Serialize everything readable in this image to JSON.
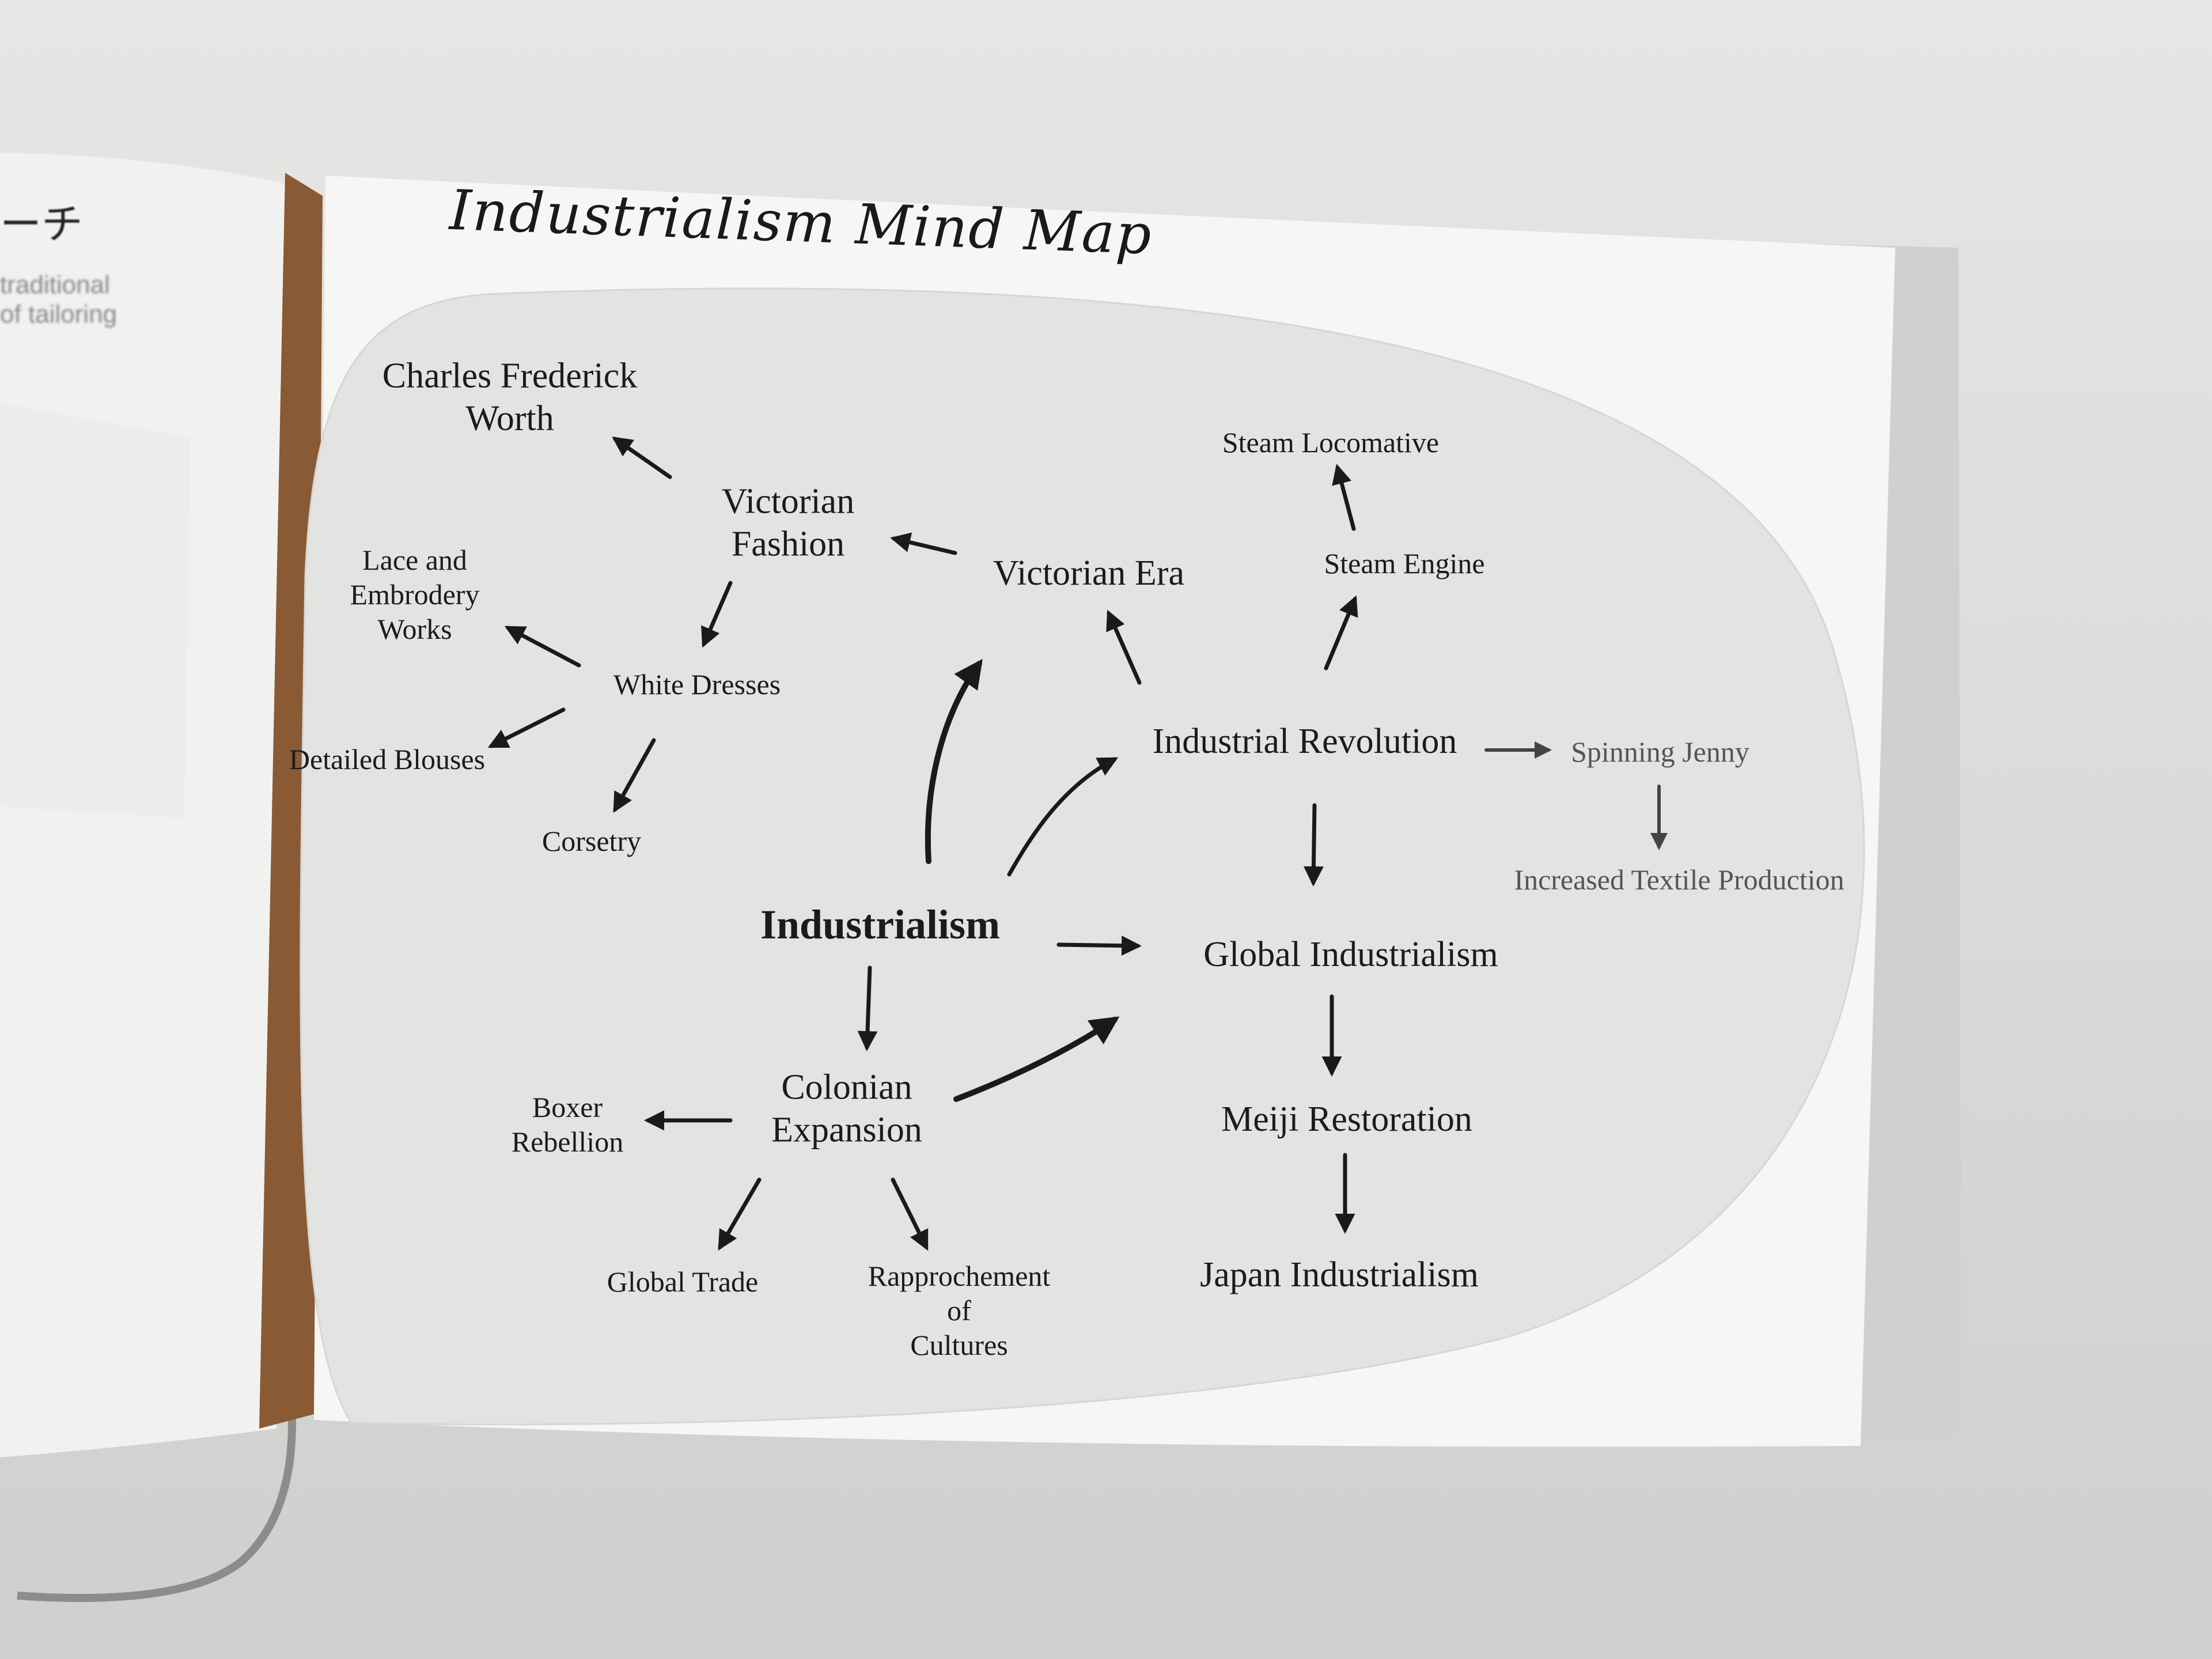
{
  "title": "Industrialism Mind Map",
  "left_page": {
    "heading": "ーチ",
    "caption": "traditional\nof tailoring"
  },
  "nodes": {
    "charles_frederick_worth": "Charles Frederick\nWorth",
    "victorian_fashion": "Victorian\nFashion",
    "victorian_era": "Victorian Era",
    "steam_locomotive": "Steam Locomative",
    "steam_engine": "Steam Engine",
    "lace_and_embrodery_works": "Lace and\nEmbrodery\nWorks",
    "white_dresses": "White Dresses",
    "detailed_blouses": "Detailed Blouses",
    "corsetry": "Corsetry",
    "industrial_revolution": "Industrial Revolution",
    "spinning_jenny": "Spinning Jenny",
    "increased_textile_production": "Increased Textile Production",
    "industrialism": "Industrialism",
    "global_industrialism": "Global Industrialism",
    "colonian_expansion": "Colonian\nExpansion",
    "boxer_rebellion": "Boxer\nRebellion",
    "meiji_restoration": "Meiji Restoration",
    "global_trade": "Global Trade",
    "rapprochement_of_cultures": "Rapprochement\nof\nCultures",
    "japan_industrialism": "Japan Industrialism"
  },
  "edges": [
    {
      "from": "industrialism",
      "to": "victorian_era"
    },
    {
      "from": "industrialism",
      "to": "industrial_revolution"
    },
    {
      "from": "industrialism",
      "to": "global_industrialism"
    },
    {
      "from": "industrialism",
      "to": "colonian_expansion"
    },
    {
      "from": "victorian_era",
      "to": "victorian_fashion"
    },
    {
      "from": "victorian_fashion",
      "to": "charles_frederick_worth"
    },
    {
      "from": "victorian_fashion",
      "to": "white_dresses"
    },
    {
      "from": "white_dresses",
      "to": "lace_and_embrodery_works"
    },
    {
      "from": "white_dresses",
      "to": "detailed_blouses"
    },
    {
      "from": "white_dresses",
      "to": "corsetry"
    },
    {
      "from": "industrial_revolution",
      "to": "victorian_era"
    },
    {
      "from": "industrial_revolution",
      "to": "steam_engine"
    },
    {
      "from": "steam_engine",
      "to": "steam_locomotive"
    },
    {
      "from": "industrial_revolution",
      "to": "spinning_jenny"
    },
    {
      "from": "spinning_jenny",
      "to": "increased_textile_production"
    },
    {
      "from": "industrial_revolution",
      "to": "global_industrialism"
    },
    {
      "from": "colonian_expansion",
      "to": "global_industrialism"
    },
    {
      "from": "colonian_expansion",
      "to": "boxer_rebellion"
    },
    {
      "from": "colonian_expansion",
      "to": "global_trade"
    },
    {
      "from": "colonian_expansion",
      "to": "rapprochement_of_cultures"
    },
    {
      "from": "global_industrialism",
      "to": "meiji_restoration"
    },
    {
      "from": "meiji_restoration",
      "to": "japan_industrialism"
    }
  ]
}
